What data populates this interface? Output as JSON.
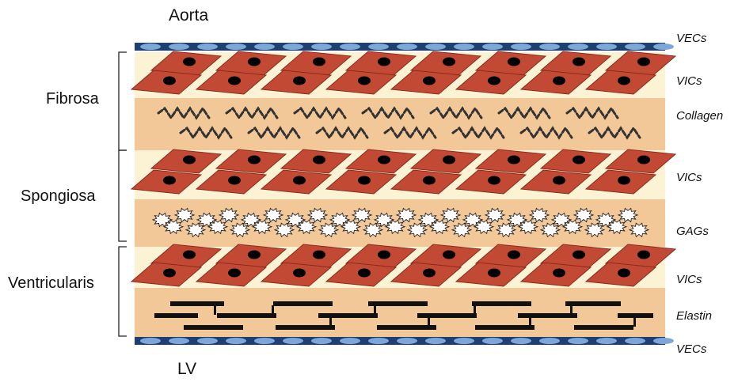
{
  "labels": {
    "top": "Aorta",
    "bottom": "LV"
  },
  "regions": [
    "Fibrosa",
    "Spongiosa",
    "Ventricularis"
  ],
  "components": [
    "VECs",
    "VICs",
    "Collagen",
    "VICs",
    "GAGs",
    "VICs",
    "Elastin",
    "VECs"
  ],
  "colors": {
    "cream": "#fbf3d3",
    "tan": "#f3c898",
    "cell": "#c24a34",
    "cell_edge": "#8a2a1c",
    "nucleus": "#000000",
    "endothelium": "#1f3f73",
    "vec_dot": "#7da7d9"
  },
  "icons": [
    "vic-cell-icon",
    "collagen-fiber-icon",
    "gag-star-icon",
    "elastin-bar-icon",
    "vec-cell-icon"
  ]
}
